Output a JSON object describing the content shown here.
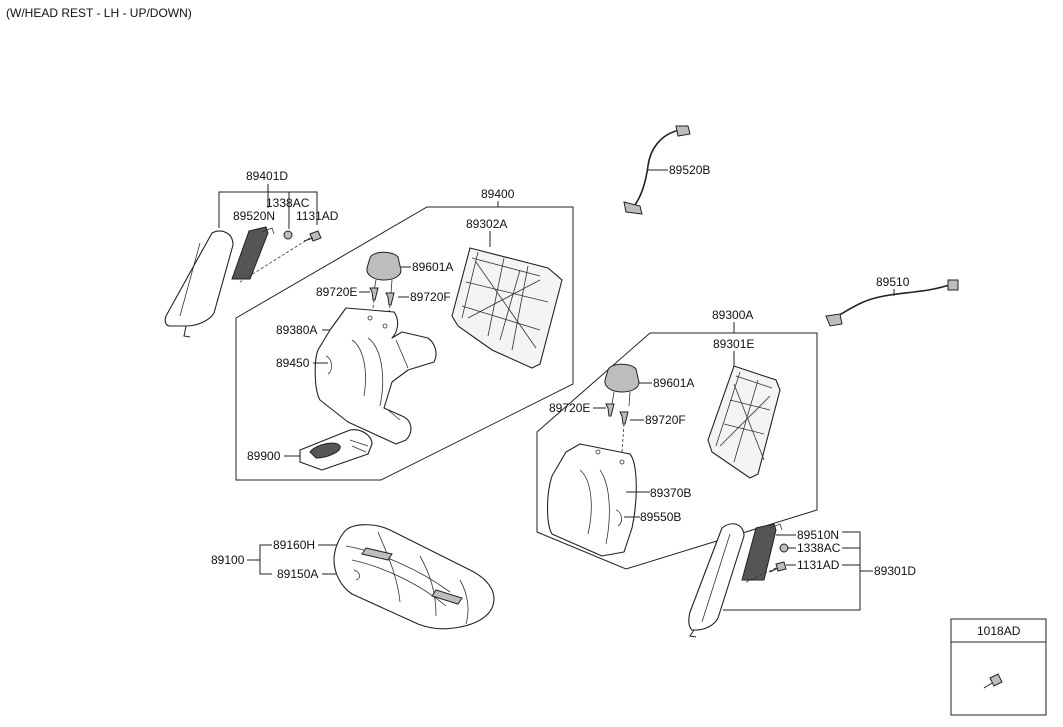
{
  "title": "(W/HEAD REST - LH - UP/DOWN)",
  "labels": {
    "p89401D": "89401D",
    "p1338AC_l": "1338AC",
    "p89520N": "89520N",
    "p1131AD_l": "1131AD",
    "p89400": "89400",
    "p89302A": "89302A",
    "p89601A_l": "89601A",
    "p89720E_l": "89720E",
    "p89720F_l": "89720F",
    "p89380A": "89380A",
    "p89450": "89450",
    "p89900": "89900",
    "p89520B": "89520B",
    "p89510": "89510",
    "p89300A": "89300A",
    "p89301E": "89301E",
    "p89601A_r": "89601A",
    "p89720E_r": "89720E",
    "p89720F_r": "89720F",
    "p89370B": "89370B",
    "p89550B": "89550B",
    "p89510N": "89510N",
    "p1338AC_r": "1338AC",
    "p1131AD_r": "1131AD",
    "p89301D": "89301D",
    "p89100": "89100",
    "p89160H": "89160H",
    "p89150A": "89150A",
    "p1018AD": "1018AD"
  }
}
